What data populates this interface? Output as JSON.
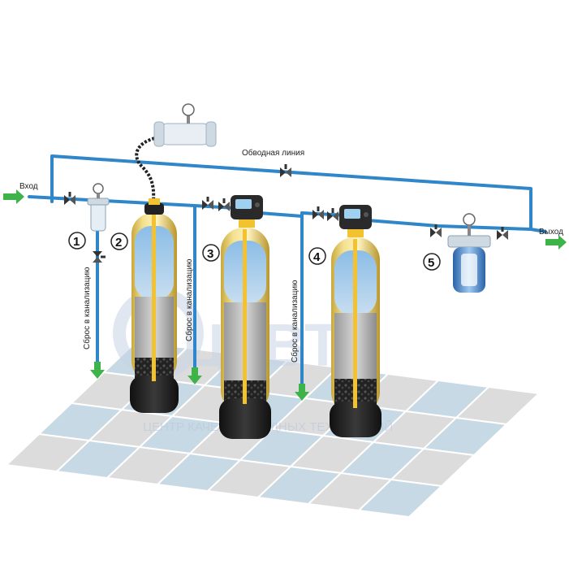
{
  "labels": {
    "inlet": "Вход",
    "outlet": "Выход",
    "bypass": "Обводная линия",
    "drain": "Сброс в канализацию"
  },
  "stages": [
    "1",
    "2",
    "3",
    "4",
    "5"
  ],
  "watermark": {
    "logo": "ЦКВТ",
    "tagline": "ЦЕНТР КАЧЕСТВА ВОДНЫХ ТЕХНОЛОГИЙ"
  },
  "colors": {
    "pipe": "#2f86c9",
    "arrow": "#3db34a",
    "tank_shell": "#e9cf6a",
    "water": "#9fcbed",
    "media_base": "#222222",
    "floor_blue": "#c6d9e4",
    "floor_grey": "#dcdcdc"
  },
  "icons": [
    "pressure-gauge-icon",
    "valve-icon",
    "arrow-icon",
    "filter-icon",
    "control-head-icon"
  ]
}
